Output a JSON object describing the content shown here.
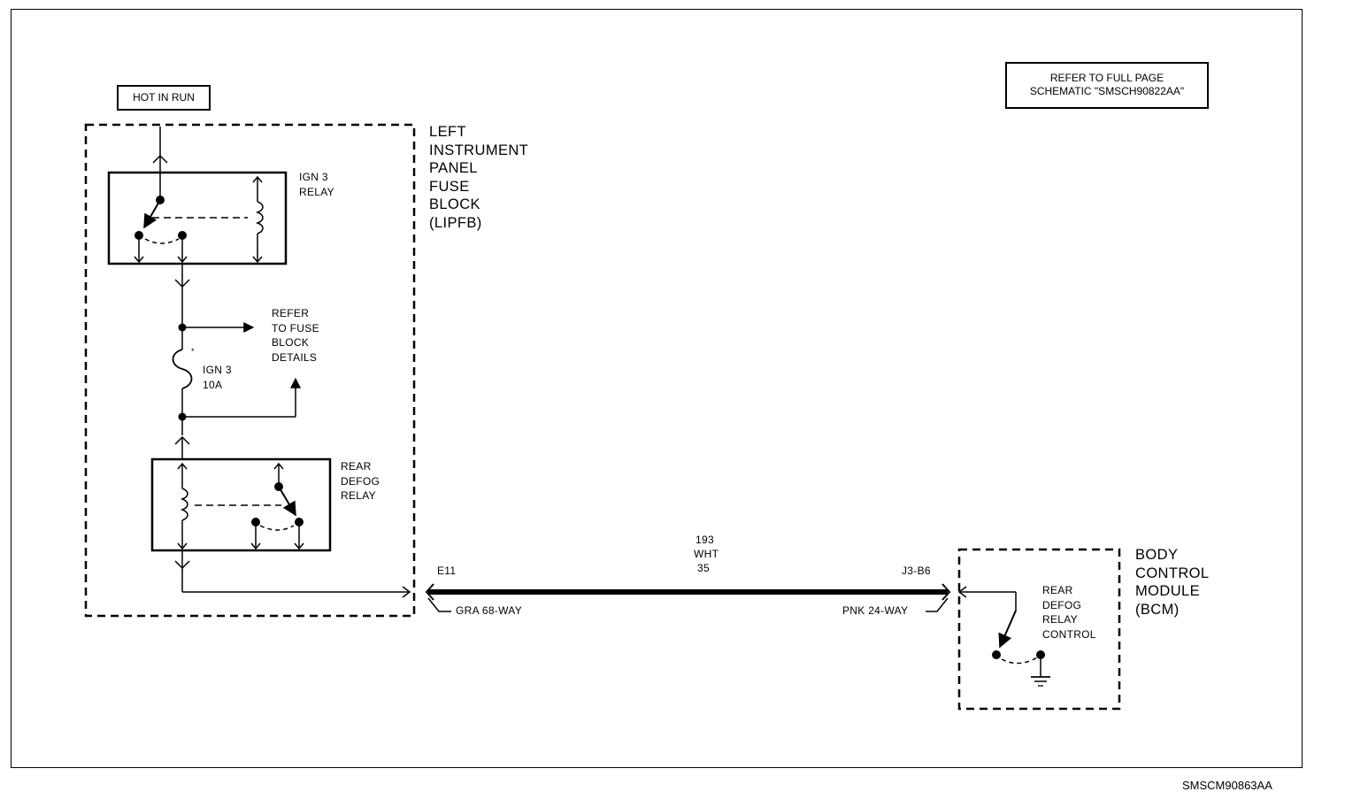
{
  "callouts": {
    "hot_in_run": "HOT IN RUN",
    "refer_full_page_line1": "REFER TO FULL PAGE",
    "refer_full_page_line2": "SCHEMATIC \"SMSCH90822AA\""
  },
  "components": {
    "lipfb_label": "LEFT\nINSTRUMENT\nPANEL\nFUSE\nBLOCK\n(LIPFB)",
    "ign3_relay_label": "IGN 3\nRELAY",
    "fuse_refer_label": "REFER\nTO FUSE\nBLOCK\nDETAILS",
    "fuse_label": "IGN 3\n10A",
    "rear_defog_relay_label": "REAR\nDEFOG\nRELAY",
    "bcm_label": "BODY\nCONTROL\nMODULE\n(BCM)",
    "bcm_switch_label": "REAR\nDEFOG\nRELAY\nCONTROL"
  },
  "wire": {
    "circuit": "193",
    "color": "WHT",
    "gauge": "35",
    "left_pin": "E11",
    "left_connector": "GRA 68-WAY",
    "right_pin": "J3-B6",
    "right_connector": "PNK 24-WAY"
  },
  "figure_id": "SMSCM90863AA"
}
